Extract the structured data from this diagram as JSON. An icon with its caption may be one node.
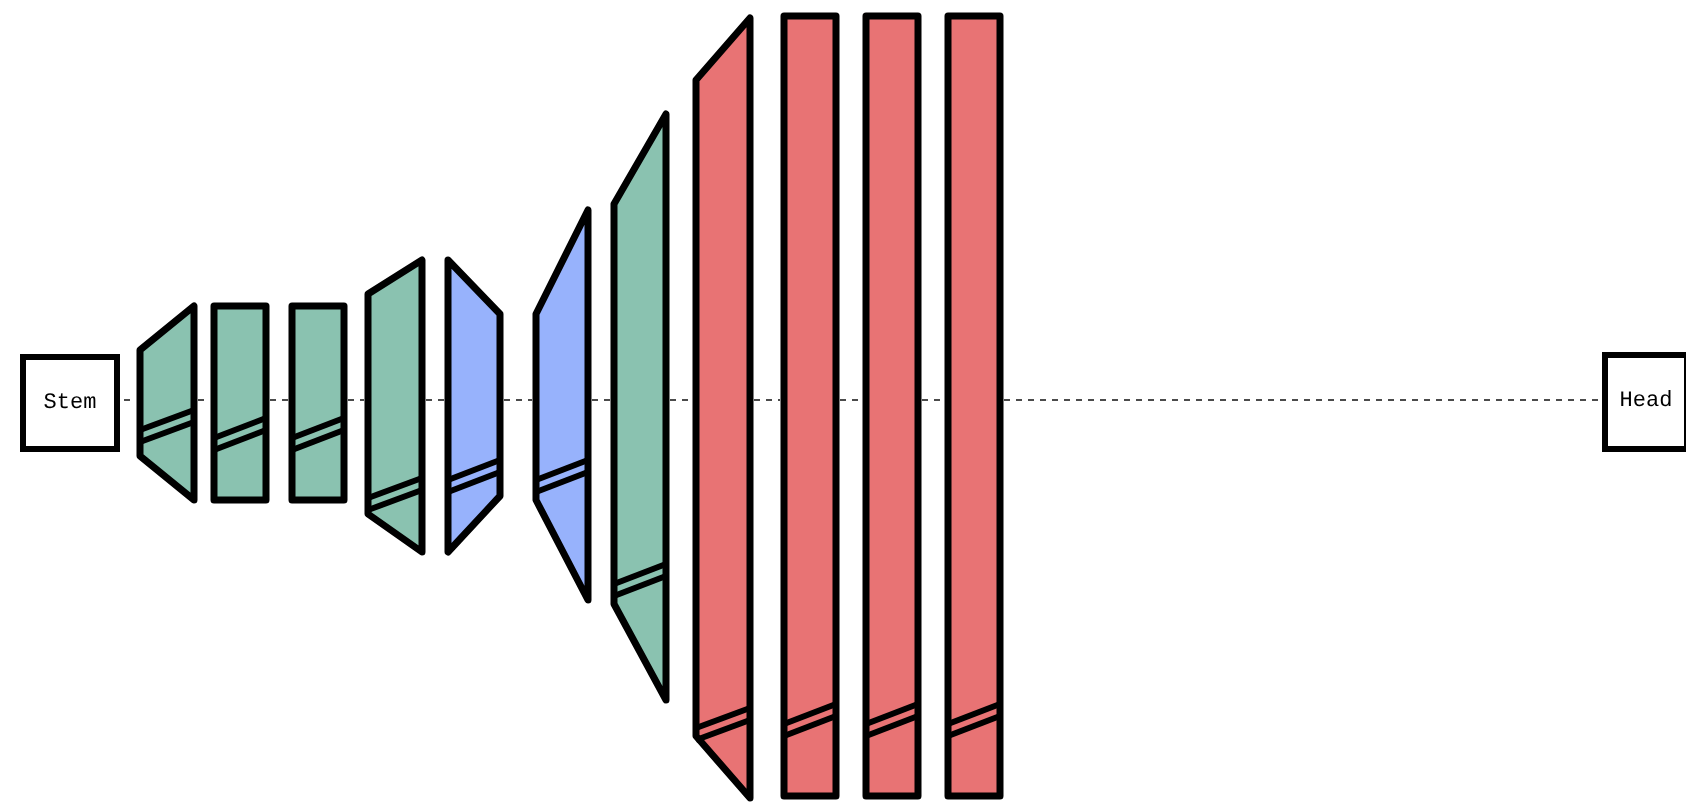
{
  "diagram": {
    "nodes": [
      {
        "text": [
          "Stem"
        ]
      },
      {
        "text": [],
        "shape": "trapezoid"
      },
      {
        "text": [],
        "shape": "box"
      },
      {
        "text": [],
        "shape": "box"
      },
      {
        "text": [],
        "shape": "trapezoid"
      },
      {
        "text": [],
        "shape": "trapezoid"
      },
      {
        "text": [],
        "shape": "trapezoid"
      },
      {
        "text": [],
        "shape": "trapezoid"
      },
      {
        "text": [],
        "shape": "trapezoid"
      },
      {
        "text": [],
        "shape": "box"
      },
      {
        "text": [],
        "shape": "box"
      },
      {
        "text": [],
        "shape": "box"
      },
      {
        "text": [
          "Head"
        ]
      }
    ],
    "edges": [
      {
        "from": 0,
        "to": 1,
        "arrow": "none",
        "style": "dashed"
      },
      {
        "from": 1,
        "to": 2,
        "arrow": "none",
        "style": "dashed"
      },
      {
        "from": 2,
        "to": 3,
        "arrow": "none",
        "style": "dashed"
      },
      {
        "from": 3,
        "to": 4,
        "arrow": "none",
        "style": "dashed"
      },
      {
        "from": 4,
        "to": 5,
        "arrow": "none",
        "style": "dashed"
      },
      {
        "from": 5,
        "to": 6,
        "arrow": "none",
        "style": "dashed"
      },
      {
        "from": 6,
        "to": 7,
        "arrow": "none",
        "style": "dashed"
      },
      {
        "from": 7,
        "to": 8,
        "arrow": "none",
        "style": "dashed"
      },
      {
        "from": 8,
        "to": 9,
        "arrow": "none",
        "style": "dashed"
      },
      {
        "from": 9,
        "to": 10,
        "arrow": "none",
        "style": "dashed"
      },
      {
        "from": 10,
        "to": 11,
        "arrow": "none",
        "style": "dashed"
      },
      {
        "from": 11,
        "to": 12,
        "arrow": "none",
        "style": "dashed"
      }
    ]
  }
}
